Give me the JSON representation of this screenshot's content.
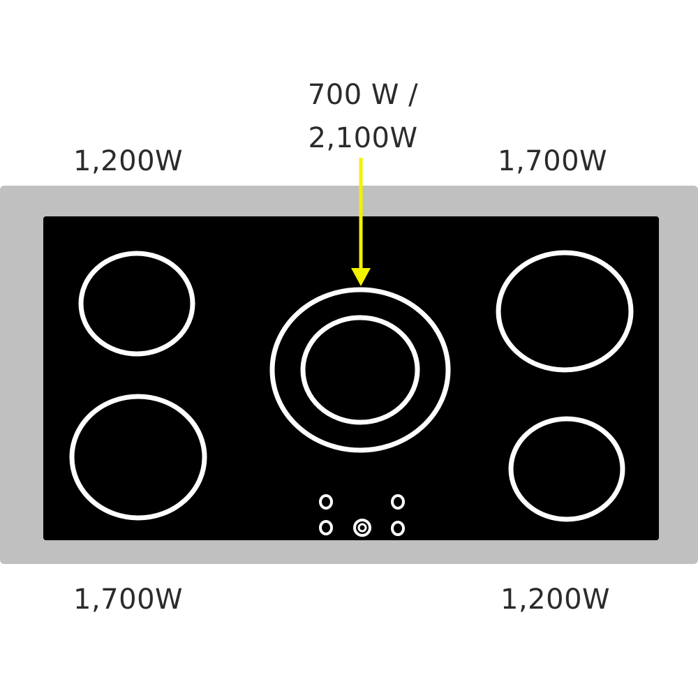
{
  "labels": {
    "rear_left": "1,200W",
    "front_left": "1,700W",
    "center_line1": "700 W /",
    "center_line2": "2,100W",
    "rear_right": "1,700W",
    "front_right": "1,200W"
  },
  "colors": {
    "frame": "#c0c0c0",
    "glass": "#000000",
    "burner_ring": "#ffffff",
    "arrow": "#f2f200",
    "label_text": "#2b2b2b"
  },
  "controls": {
    "icon_names": [
      "knob-icon",
      "knob-icon",
      "knob-icon",
      "knob-icon",
      "power-button-icon"
    ]
  }
}
